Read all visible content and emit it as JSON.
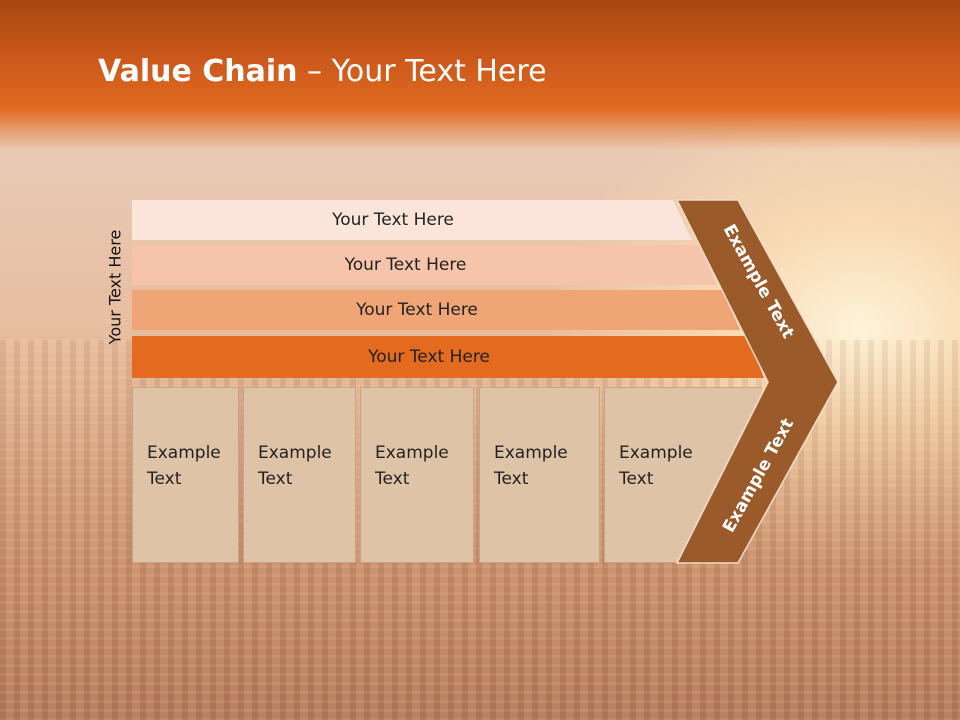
{
  "slide": {
    "title_bold": "Value Chain",
    "title_rest": " – Your Text Here"
  },
  "rows": [
    {
      "label": "Your Text Here",
      "color": "#fbe5da"
    },
    {
      "label": "Your Text Here",
      "color": "#f6c4aa"
    },
    {
      "label": "Your Text Here",
      "color": "#f0a577"
    },
    {
      "label": "Your Text Here",
      "color": "#e36a1f"
    }
  ],
  "side_label": "Your Text Here",
  "boxes": [
    {
      "line1": "Example",
      "line2": "Text"
    },
    {
      "line1": "Example",
      "line2": "Text"
    },
    {
      "line1": "Example",
      "line2": "Text"
    },
    {
      "line1": "Example",
      "line2": "Text"
    },
    {
      "line1": "Example",
      "line2": "Text"
    }
  ],
  "chevron": {
    "top_label": "Example Text",
    "bottom_label": "Example Text",
    "color": "#9a5a2a"
  }
}
